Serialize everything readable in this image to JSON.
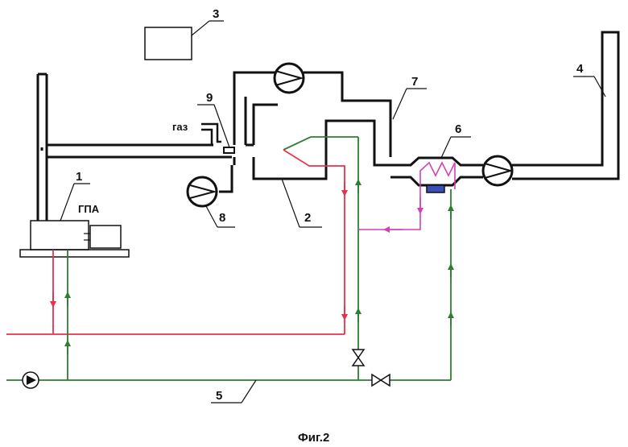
{
  "diagram": {
    "labels": {
      "n1": "1",
      "n2": "2",
      "n3": "3",
      "n4": "4",
      "n5": "5",
      "n6": "6",
      "n7": "7",
      "n8": "8",
      "n9": "9",
      "gpa": "ГПА",
      "gas": "газ"
    },
    "caption": "Фиг.2",
    "colors": {
      "hot_line": "#e8314f",
      "cold_line": "#2e7d32",
      "bypass_line": "#d63fb0",
      "heater_base": "#3a4fb8",
      "outline": "#111111"
    }
  }
}
